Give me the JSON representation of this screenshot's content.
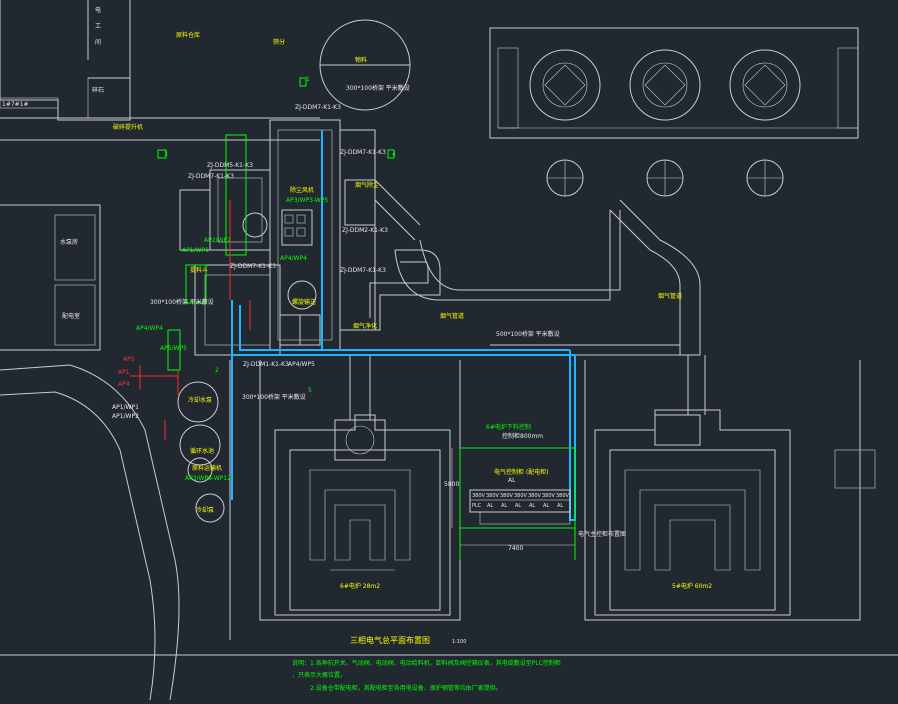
{
  "drawing": {
    "title": "三相电气总平面布置图",
    "scale": "1:100",
    "notes": [
      "说明：1.各种抗开关、气动阀、电动阀、电动给料机、卸料阀及阀控箱仪表，其电缆敷设至PLC控制柜",
      "，只表示大概位置。",
      "2.设备仓带配电柜，其配电柜至各用电设备、保护钢管等均由厂家提供。"
    ]
  },
  "rooms": {
    "electrical_room": [
      "电",
      "工",
      "间"
    ],
    "furnace_small": "6#电炉 28m2",
    "furnace_large": "5#电炉 60m2",
    "left_room_a": "水泵房",
    "left_room_b": "配电室",
    "left_top_label": "1#7#1#"
  },
  "labels": {
    "top_a": "原料仓库",
    "top_b": "筛分",
    "top_c": "物料",
    "conv_a": "破碎提升机",
    "conv_b": "除尘风机",
    "conv_c": "提料斗",
    "conv_d": "螺旋输送",
    "dust_a": "烟气除尘",
    "dust_b": "烟气净化",
    "tank_a": "冷却水泵",
    "tank_b": "循环水池",
    "tank_c": "原料运输机",
    "pump": "冷却泵",
    "near_room": "碎石",
    "mid_pipe": "烟气管道",
    "right_pipe": "烟气管道",
    "panel_title": "电气控制柜 (配电柜)",
    "panel_dim": "控制柜800mm",
    "panel_width": "7400",
    "panel_height": "5800",
    "panel_sub": "AL",
    "panel_bottom": "电气主控柜布置图",
    "panel_top_note": "6#电炉下料控制",
    "num1": "1",
    "num2": "2",
    "num3": "3",
    "num4": "4",
    "num5": "5"
  },
  "callouts": [
    "ZJ-DDM7-K1-K3",
    "ZJ-DDM5-K1-K3",
    "ZJ-DDM7-K1-K3",
    "ZJ-DDM2-K1-K3",
    "ZJ-DDM7-K1-K3",
    "ZJ-DDM1-K1-K3",
    "ZJ-DDM7-K1-K3",
    "300*100桥架 平米敷设",
    "AP3/WP3-WP5",
    "AP2/WP2",
    "AP4/WP4",
    "AP1/WP1",
    "AP5/WP5",
    "AP4/WP4",
    "AP3/WP9-WP12",
    "AP1/WP1",
    "AP1/WP2",
    "AP4/WP5",
    "500*100桥架 平米敷设",
    "AP5",
    "AP1",
    "AP4"
  ],
  "sub_panels": [
    "380V",
    "380V",
    "380V",
    "380V",
    "380V",
    "380V",
    "380V"
  ],
  "panel_cells": [
    "PLC",
    "AL",
    "AL",
    "AL",
    "AL",
    "AL",
    "AL"
  ]
}
